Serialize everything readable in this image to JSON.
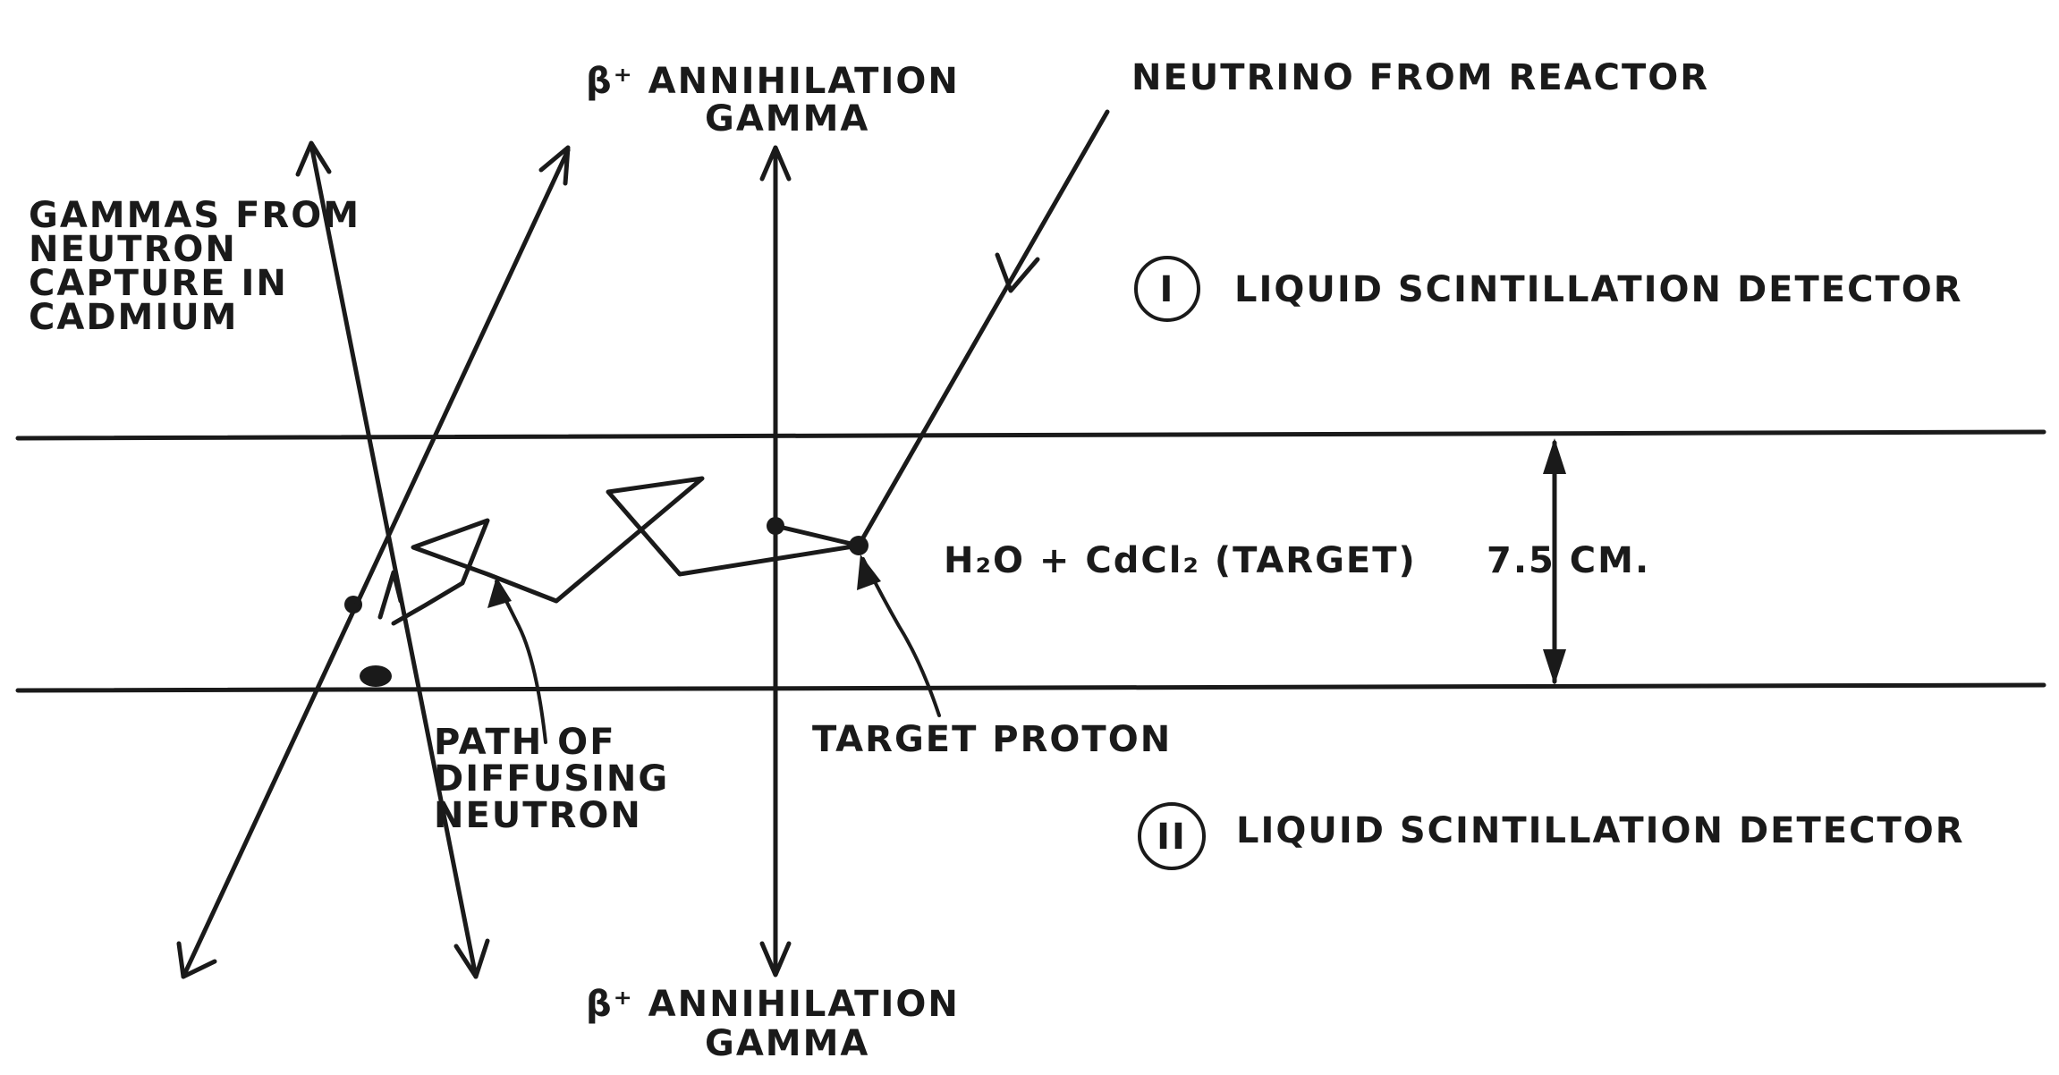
{
  "labels": {
    "beta_top": "β⁺ ANNIHILATION",
    "gamma_top": "GAMMA",
    "neutrino": "NEUTRINO FROM REACTOR",
    "gammas_capture": [
      "GAMMAS FROM",
      "NEUTRON",
      "CAPTURE  IN",
      "CADMIUM"
    ],
    "detector_1_numeral": "I",
    "detector_1": "LIQUID SCINTILLATION DETECTOR",
    "target": "H₂O + CdCl₂  (TARGET)",
    "thickness": "7.5 CM.",
    "path_neutron": [
      "PATH OF",
      "DIFFUSING",
      "NEUTRON"
    ],
    "target_proton": "TARGET PROTON",
    "detector_2_numeral": "II",
    "detector_2": "LIQUID SCINTILLATION DETECTOR",
    "beta_bottom": "β⁺ ANNIHILATION",
    "gamma_bottom": "GAMMA"
  }
}
